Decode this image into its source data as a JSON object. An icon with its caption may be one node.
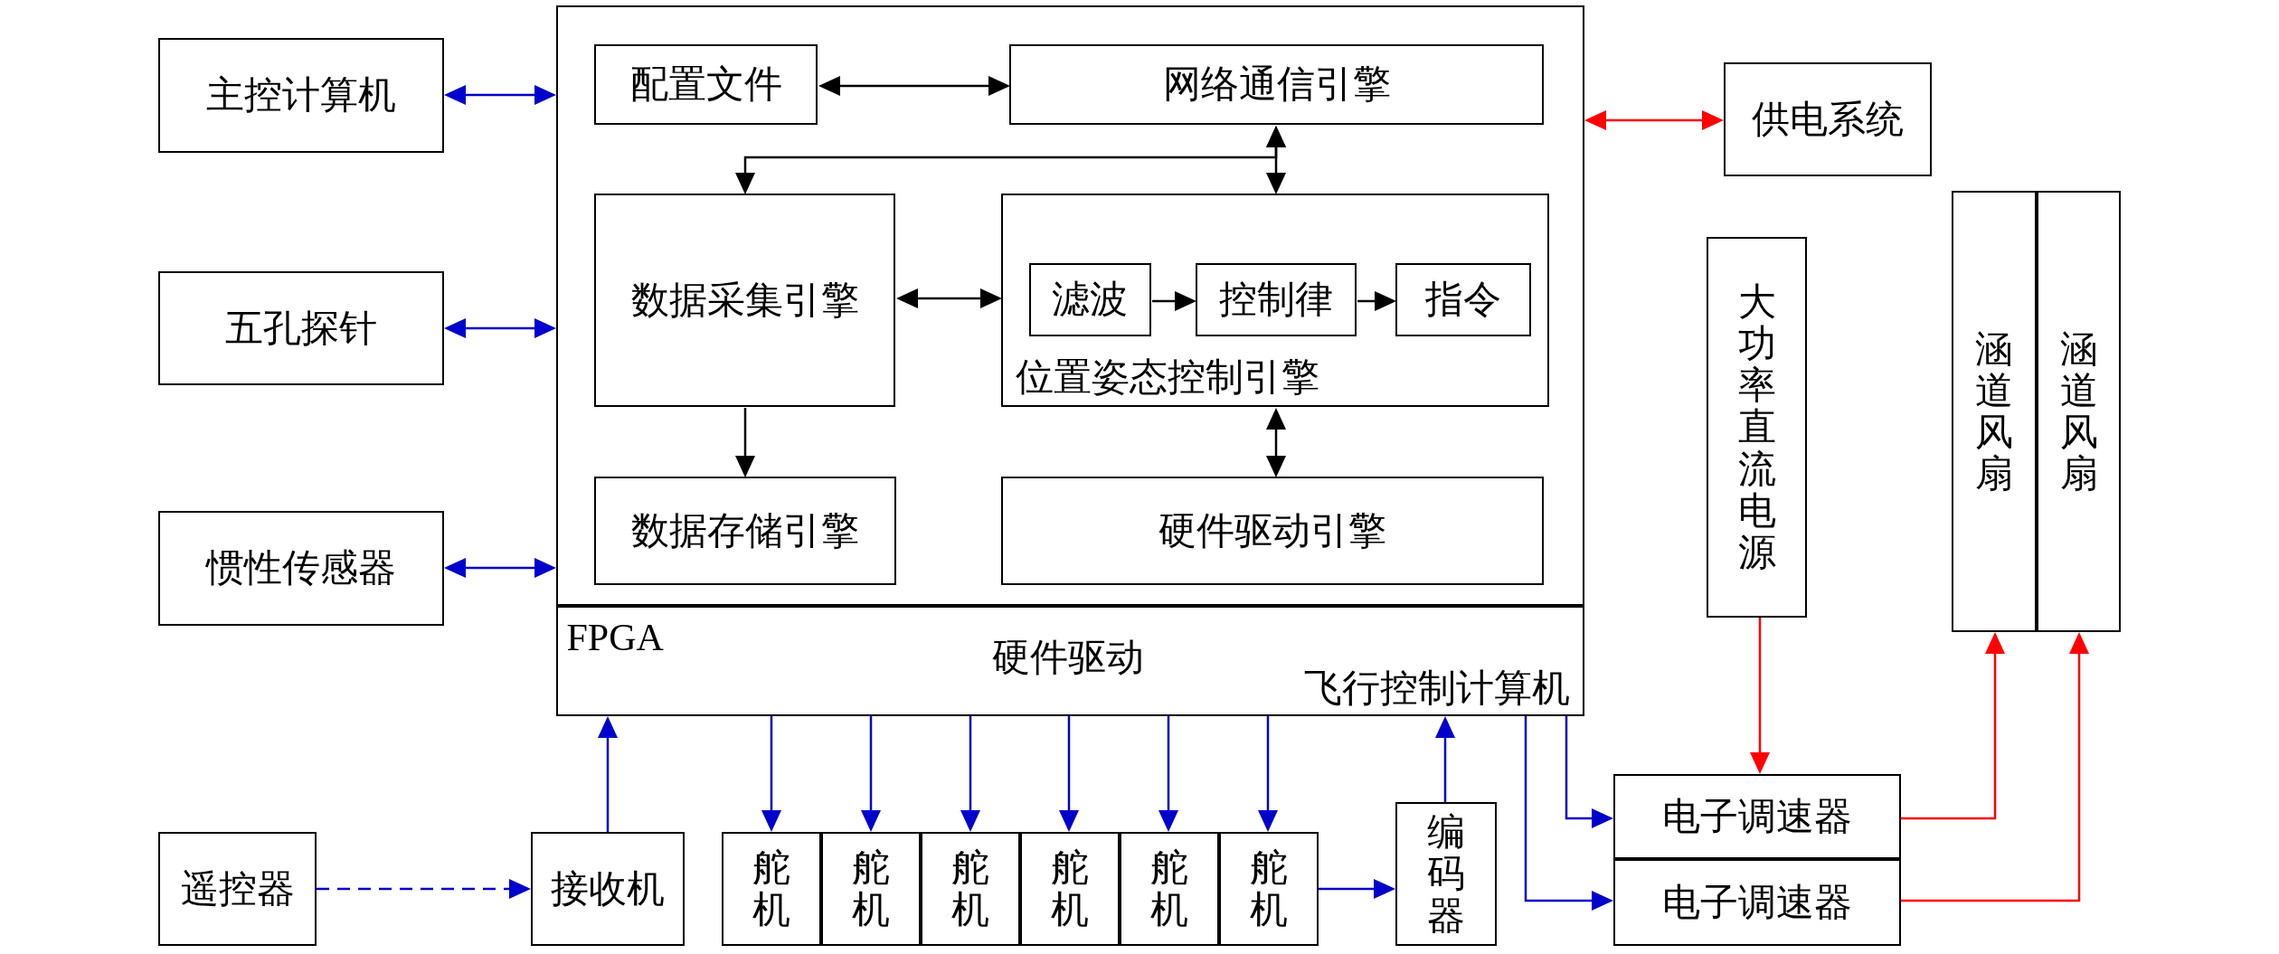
{
  "diagram": {
    "nodes": [
      {
        "text": [
          "主控计算机"
        ]
      },
      {
        "text": [
          "五孔探针"
        ]
      },
      {
        "text": [
          "惯性传感器"
        ]
      },
      {
        "text": [],
        "shape": "box"
      },
      {
        "text": [],
        "shape": "box",
        "in": 3
      },
      {
        "text": [
          "配置文件"
        ],
        "in": 4
      },
      {
        "text": [
          "网络通信引擎"
        ],
        "in": 4
      },
      {
        "text": [
          "数据采集引擎"
        ],
        "in": 4
      },
      {
        "text": [
          "位置姿态控制引擎"
        ],
        "in": 4
      },
      {
        "text": [
          "滤波"
        ],
        "in": 8
      },
      {
        "text": [
          "控制律"
        ],
        "in": 8
      },
      {
        "text": [
          "指令"
        ],
        "in": 8
      },
      {
        "text": [
          "数据存储引擎"
        ],
        "in": 4
      },
      {
        "text": [
          "硬件驱动引擎"
        ],
        "in": 4
      },
      {
        "text": [
          "FPGA",
          "硬件驱动",
          "飞行控制计算机"
        ],
        "in": 3
      },
      {
        "text": [
          "供电系统"
        ]
      },
      {
        "text": [
          "大功率直流电源"
        ]
      },
      {
        "text": [
          "涵道风扇"
        ]
      },
      {
        "text": [
          "涵道风扇"
        ]
      },
      {
        "text": [
          "遥控器"
        ]
      },
      {
        "text": [
          "接收机"
        ]
      },
      {
        "text": [
          "舵机"
        ]
      },
      {
        "text": [
          "舵机"
        ]
      },
      {
        "text": [
          "舵机"
        ]
      },
      {
        "text": [
          "舵机"
        ]
      },
      {
        "text": [
          "舵机"
        ]
      },
      {
        "text": [
          "舵机"
        ]
      },
      {
        "text": [
          "编码器"
        ]
      },
      {
        "text": [
          "电子调速器"
        ]
      },
      {
        "text": [
          "电子调速器"
        ]
      }
    ],
    "edges": [
      {
        "from": 0,
        "to": 4,
        "arrow": "both"
      },
      {
        "from": 1,
        "to": 4,
        "arrow": "both"
      },
      {
        "from": 2,
        "to": 4,
        "arrow": "both"
      },
      {
        "from": 5,
        "to": 6,
        "arrow": "both",
        "color": "#000000"
      },
      {
        "from": 6,
        "to": 8,
        "arrow": "both",
        "color": "#000000"
      },
      {
        "from": 6,
        "to": 7,
        "arrow": "both",
        "color": "#000000"
      },
      {
        "from": 7,
        "to": 8,
        "arrow": "both",
        "color": "#000000"
      },
      {
        "from": 9,
        "to": 10,
        "arrow": "to",
        "color": "#000000"
      },
      {
        "from": 10,
        "to": 11,
        "arrow": "to",
        "color": "#000000"
      },
      {
        "from": 7,
        "to": 12,
        "arrow": "to",
        "color": "#000000"
      },
      {
        "from": 8,
        "to": 13,
        "arrow": "both",
        "color": "#000000"
      },
      {
        "from": 4,
        "to": 15,
        "arrow": "both",
        "color": "#ff0000"
      },
      {
        "from": 16,
        "to": 28,
        "arrow": "to",
        "color": "#ff0000"
      },
      {
        "from": 28,
        "to": 17,
        "arrow": "to",
        "color": "#ff0000"
      },
      {
        "from": 29,
        "to": 18,
        "arrow": "to",
        "color": "#ff0000"
      },
      {
        "from": 19,
        "to": 20,
        "arrow": "to",
        "style": "dashed"
      },
      {
        "from": 20,
        "to": 14,
        "arrow": "to"
      },
      {
        "from": 14,
        "to": 21,
        "arrow": "to"
      },
      {
        "from": 14,
        "to": 22,
        "arrow": "to"
      },
      {
        "from": 14,
        "to": 23,
        "arrow": "to"
      },
      {
        "from": 14,
        "to": 24,
        "arrow": "to"
      },
      {
        "from": 14,
        "to": 25,
        "arrow": "to"
      },
      {
        "from": 14,
        "to": 26,
        "arrow": "to"
      },
      {
        "from": 26,
        "to": 27,
        "arrow": "to"
      },
      {
        "from": 27,
        "to": 14,
        "arrow": "to"
      },
      {
        "from": 14,
        "to": 28,
        "arrow": "to"
      },
      {
        "from": 14,
        "to": 29,
        "arrow": "to"
      }
    ]
  }
}
